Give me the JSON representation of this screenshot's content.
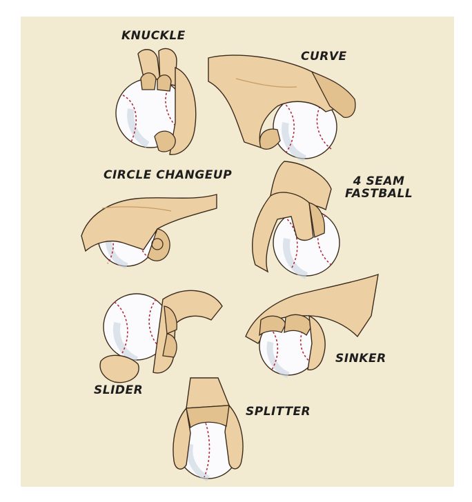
{
  "labels": {
    "knuckle": "KNUCKLE",
    "curve": "CURVE",
    "circle_changeup": "CIRCLE CHANGEUP",
    "four_seam_line1": "4 SEAM",
    "four_seam_line2": "FASTBALL",
    "slider": "SLIDER",
    "sinker": "SINKER",
    "splitter": "SPLITTER"
  },
  "icons": [
    "knuckle-grip-illustration",
    "curve-grip-illustration",
    "circle-changeup-grip-illustration",
    "four-seam-fastball-grip-illustration",
    "slider-grip-illustration",
    "sinker-grip-illustration",
    "splitter-grip-illustration"
  ],
  "colors": {
    "background": "#f3ead2",
    "skin": "#eccfa3",
    "skin_shadow": "#c99a62",
    "ink": "#3a2a1c",
    "ball": "#fbfbfd",
    "ball_shade": "#c9d3df",
    "stitch": "#b3283a"
  }
}
